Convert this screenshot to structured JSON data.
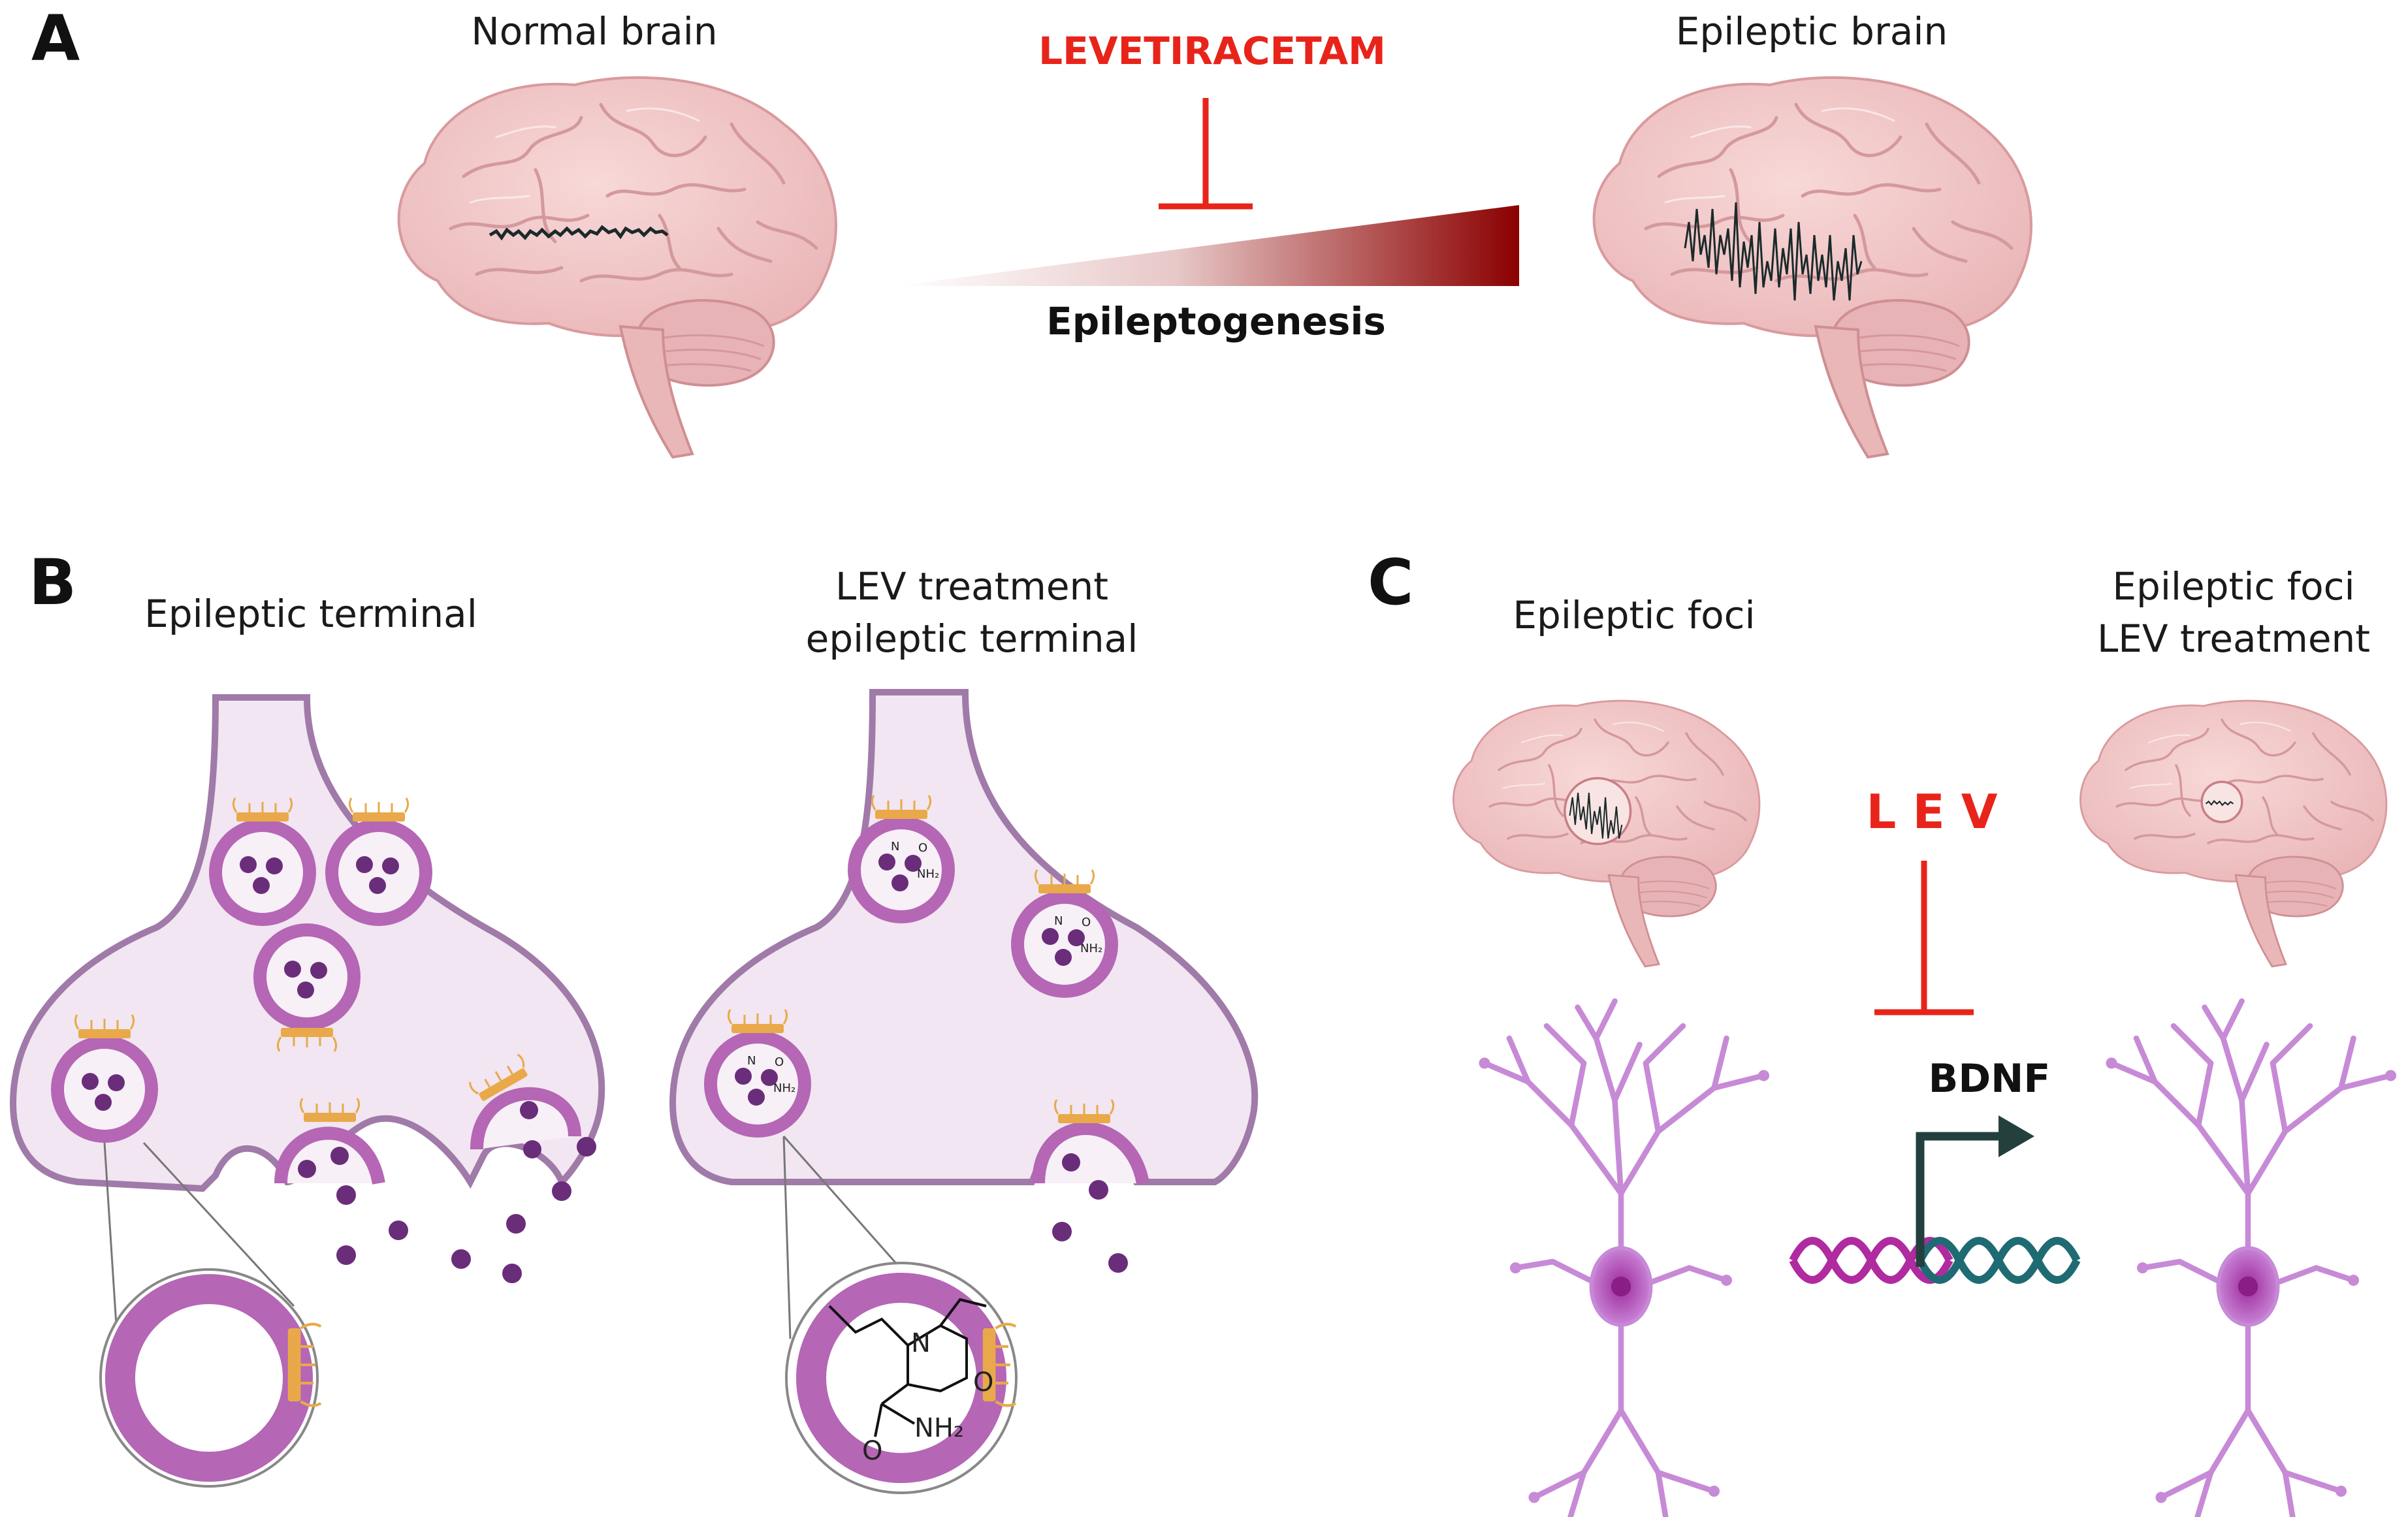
{
  "panels": {
    "a": {
      "letter": "A",
      "normal_label": "Normal brain",
      "epileptic_label": "Epileptic brain",
      "drug_label": "LEVETIRACETAM",
      "process_label": "Epileptogenesis"
    },
    "b": {
      "letter": "B",
      "left_title": "Epileptic terminal",
      "right_title_line1": "LEV treatment",
      "right_title_line2": "epileptic terminal"
    },
    "c": {
      "letter": "C",
      "left_title": "Epileptic foci",
      "right_title_line1": "Epileptic foci",
      "right_title_line2": "LEV treatment",
      "drug_label": "L E V",
      "gene_label": "BDNF"
    }
  },
  "chem_labels": {
    "n": "N",
    "o": "O",
    "nh2": "NH₂"
  },
  "colors": {
    "inhibit_red": "#e8241a",
    "gradient_dark": "#8b0000",
    "brain_pink": "#f2c4c4",
    "terminal_fill": "#f1e6f1",
    "terminal_stroke": "#a07aa8",
    "vesicle_ring": "#b566b5",
    "neurotransmitter": "#6a2d7a",
    "receptor_orange": "#e9a94a",
    "neuron_violet": "#c78ad6",
    "dna_magenta": "#b02aa0",
    "dna_teal": "#1f6b73",
    "arrow_dark": "#23403f"
  },
  "icons": [
    "brain-icon",
    "eeg-trace",
    "inhibition-symbol",
    "synaptic-vesicle",
    "neuron-icon",
    "dna-helix",
    "promoter-arrow",
    "levetiracetam-structure"
  ]
}
